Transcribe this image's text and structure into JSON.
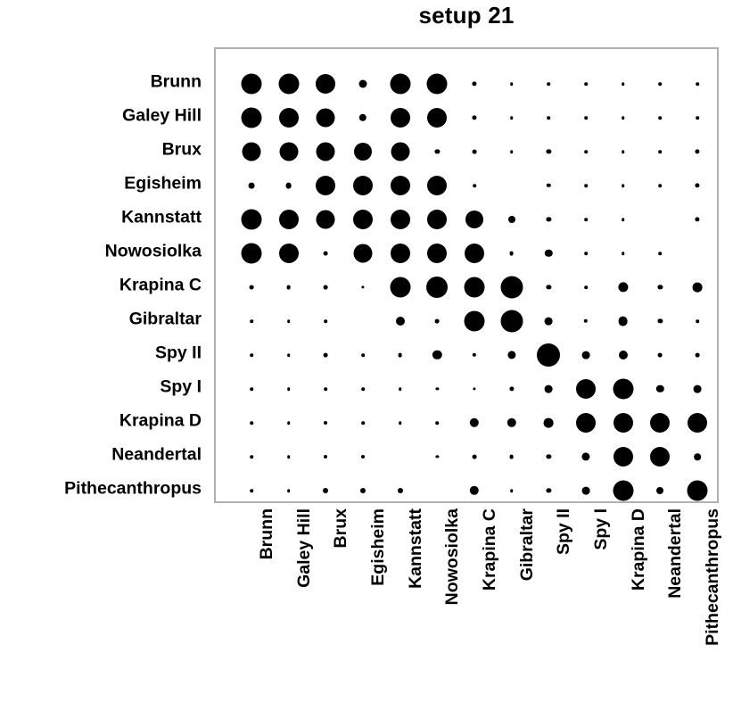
{
  "chart_data": {
    "type": "heatmap",
    "title": "setup 21",
    "subtitle": "",
    "xlabel": "",
    "ylabel": "",
    "grid": false,
    "legend": "none",
    "marker": "filled-circle",
    "encoding": "circle area encodes value (larger = stronger association)",
    "categories": [
      "Brunn",
      "Galey Hill",
      "Brux",
      "Egisheim",
      "Kannstatt",
      "Nowosiolka",
      "Krapina C",
      "Gibraltar",
      "Spy II",
      "Spy I",
      "Krapina D",
      "Neandertal",
      "Pithecanthropus"
    ],
    "x_tick_labels": [
      "Brunn",
      "Galey Hill",
      "Brux",
      "Egisheim",
      "Kannstatt",
      "Nowosiolka",
      "Krapina C",
      "Gibraltar",
      "Spy II",
      "Spy I",
      "Krapina D",
      "Neandertal",
      "Pithecanthropus"
    ],
    "y_tick_labels": [
      "Brunn",
      "Galey Hill",
      "Brux",
      "Egisheim",
      "Kannstatt",
      "Nowosiolka",
      "Krapina C",
      "Gibraltar",
      "Spy II",
      "Spy I",
      "Krapina D",
      "Neandertal",
      "Pithecanthropus"
    ],
    "rows": [
      {
        "name": "Brunn",
        "values": [
          11.5,
          11.5,
          11.0,
          4.5,
          11.5,
          11.5,
          2.6,
          1.8,
          1.8,
          1.8,
          1.8,
          1.8,
          1.8
        ]
      },
      {
        "name": "Galey Hill",
        "values": [
          11.5,
          11.0,
          10.5,
          4.2,
          11.0,
          11.0,
          2.6,
          1.8,
          1.8,
          1.8,
          1.8,
          1.8,
          1.8
        ]
      },
      {
        "name": "Brux",
        "values": [
          10.5,
          10.5,
          10.5,
          10.0,
          10.5,
          2.6,
          2.4,
          1.8,
          2.6,
          1.8,
          1.8,
          1.8,
          2.6
        ]
      },
      {
        "name": "Egisheim",
        "values": [
          3.4,
          3.4,
          11.0,
          11.0,
          11.0,
          11.0,
          1.8,
          0.0,
          2.2,
          1.8,
          1.8,
          1.8,
          2.6
        ]
      },
      {
        "name": "Kannstatt",
        "values": [
          11.5,
          11.0,
          10.5,
          11.0,
          11.0,
          11.0,
          10.0,
          4.0,
          2.6,
          1.8,
          1.8,
          0.0,
          2.6
        ]
      },
      {
        "name": "Nowosiolka",
        "values": [
          11.5,
          11.0,
          2.4,
          10.5,
          11.0,
          11.0,
          11.0,
          2.4,
          4.2,
          1.8,
          1.8,
          1.8,
          0.0
        ]
      },
      {
        "name": "Krapina C",
        "values": [
          2.4,
          2.4,
          2.4,
          1.6,
          11.5,
          12.0,
          11.5,
          12.5,
          2.6,
          1.8,
          5.6,
          2.6,
          5.4
        ]
      },
      {
        "name": "Gibraltar",
        "values": [
          1.8,
          1.8,
          1.8,
          0.0,
          5.0,
          2.4,
          11.5,
          12.5,
          4.4,
          2.2,
          5.4,
          2.6,
          1.8
        ]
      },
      {
        "name": "Spy II",
        "values": [
          1.8,
          1.8,
          2.4,
          1.8,
          2.4,
          5.2,
          2.2,
          4.6,
          13.0,
          4.4,
          5.0,
          2.4,
          2.4
        ]
      },
      {
        "name": "Spy I",
        "values": [
          1.8,
          1.8,
          1.8,
          1.8,
          1.8,
          1.6,
          1.6,
          2.6,
          4.4,
          11.0,
          11.5,
          4.2,
          4.4
        ]
      },
      {
        "name": "Krapina D",
        "values": [
          1.8,
          1.8,
          2.0,
          1.8,
          1.8,
          1.8,
          5.2,
          5.2,
          5.4,
          11.0,
          11.0,
          11.0,
          11.0
        ]
      },
      {
        "name": "Neandertal",
        "values": [
          1.8,
          1.8,
          2.0,
          2.0,
          0.0,
          1.6,
          2.4,
          2.4,
          2.6,
          4.6,
          11.0,
          11.0,
          3.8
        ]
      },
      {
        "name": "Pithecanthropus",
        "values": [
          1.8,
          1.8,
          3.0,
          3.0,
          3.0,
          0.0,
          5.2,
          1.8,
          2.6,
          4.4,
          11.5,
          4.0,
          11.5
        ]
      }
    ]
  },
  "style": {
    "marker_color": "#000000",
    "frame_color": "#b0b0b0",
    "background": "#ffffff",
    "text_color": "#000000"
  }
}
